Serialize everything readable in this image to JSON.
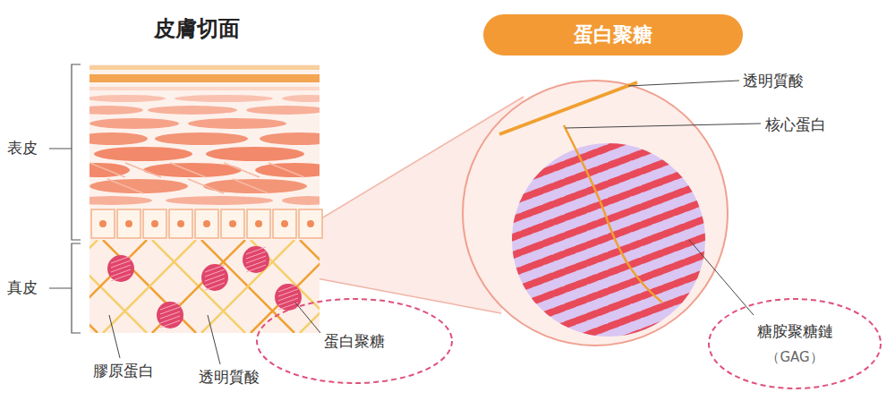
{
  "diagram": {
    "title": "皮膚切面",
    "nodes": [
      {
        "text": [
          "蛋白聚糖"
        ]
      },
      {
        "text": [
          "蛋白聚糖"
        ]
      },
      {
        "text": [
          "糖胺聚糖鏈",
          "（GAG）"
        ]
      }
    ],
    "labels": [
      "透明質酸",
      "核心蛋白",
      "表皮",
      "真皮",
      "膠原蛋白",
      "透明質酸"
    ]
  }
}
